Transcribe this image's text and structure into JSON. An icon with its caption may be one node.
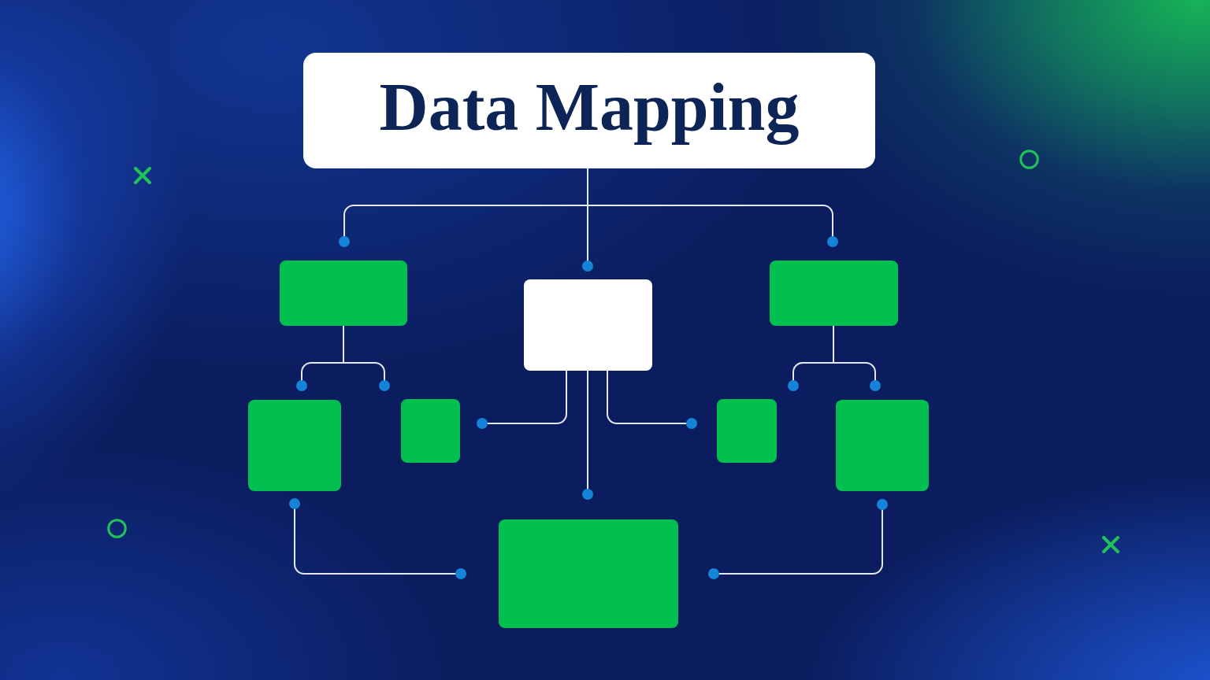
{
  "diagram": {
    "nodes": [
      {
        "text": [
          "Data Mapping"
        ]
      },
      {
        "text": [],
        "shape": "box"
      },
      {
        "text": [],
        "shape": "box"
      },
      {
        "text": [],
        "shape": "box"
      },
      {
        "text": [],
        "shape": "box"
      },
      {
        "text": [],
        "shape": "box"
      },
      {
        "text": [],
        "shape": "box"
      },
      {
        "text": [],
        "shape": "box"
      },
      {
        "text": [],
        "shape": "box"
      }
    ],
    "edges": [
      {
        "from": 0,
        "to": 1,
        "arrow": "other"
      },
      {
        "from": 0,
        "to": 2,
        "arrow": "other"
      },
      {
        "from": 0,
        "to": 3,
        "arrow": "other"
      },
      {
        "from": 1,
        "to": 4,
        "arrow": "other"
      },
      {
        "from": 1,
        "to": 5,
        "arrow": "other"
      },
      {
        "from": 2,
        "to": 5,
        "arrow": "other"
      },
      {
        "from": 2,
        "to": 6,
        "arrow": "other"
      },
      {
        "from": 2,
        "to": 8,
        "arrow": "other"
      },
      {
        "from": 3,
        "to": 6,
        "arrow": "other"
      },
      {
        "from": 3,
        "to": 7,
        "arrow": "other"
      },
      {
        "from": 4,
        "to": 8,
        "arrow": "other"
      },
      {
        "from": 7,
        "to": 8,
        "arrow": "other"
      }
    ]
  }
}
